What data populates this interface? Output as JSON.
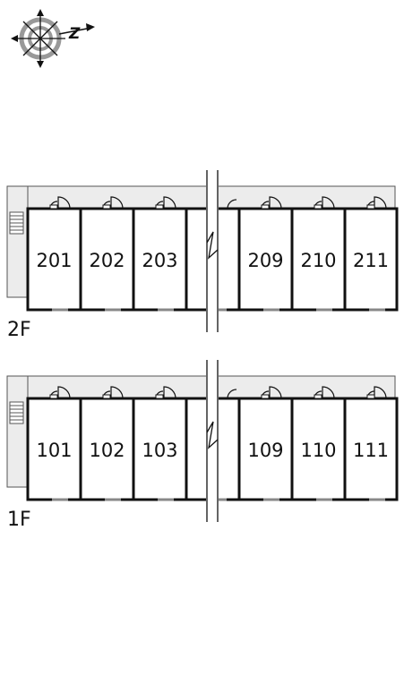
{
  "compass": {
    "letter": "Z",
    "icon": "compass-rose-icon"
  },
  "floors": [
    {
      "label": "2F",
      "rooms": [
        "201",
        "202",
        "203",
        "",
        "209",
        "210",
        "211"
      ]
    },
    {
      "label": "1F",
      "rooms": [
        "101",
        "102",
        "103",
        "",
        "109",
        "110",
        "111"
      ]
    }
  ],
  "colors": {
    "corridor": "#ececec",
    "wall": "#111111",
    "line": "#555555"
  }
}
